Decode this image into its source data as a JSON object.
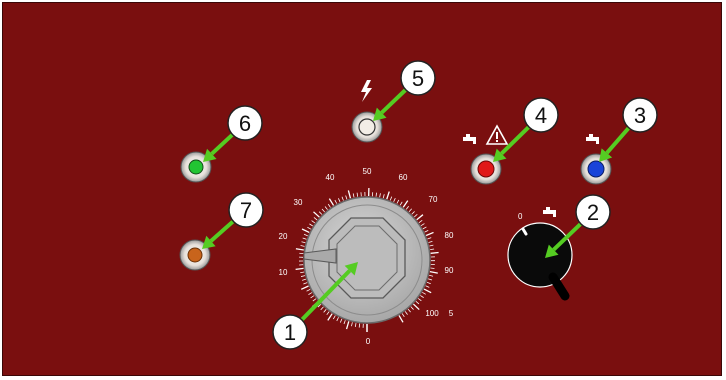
{
  "panel": {
    "background": "#7a0f0f",
    "border": "#3b0707"
  },
  "callouts": [
    "1",
    "2",
    "3",
    "4",
    "5",
    "6",
    "7"
  ],
  "callout_colors": {
    "arrow": "#55cc22",
    "circle_fill": "#ffffff",
    "circle_stroke": "#222222"
  },
  "lamps": {
    "power": {
      "callout": "5",
      "color": "#f2ede6",
      "symbol": "lightning-bolt"
    },
    "left_top": {
      "callout": "6",
      "color": "#22c433"
    },
    "left_bottom": {
      "callout": "7",
      "color": "#c8641c"
    },
    "warning": {
      "callout": "4",
      "color": "#e01818",
      "symbols": [
        "tap",
        "warning-triangle"
      ]
    },
    "tap": {
      "callout": "3",
      "color": "#1a44d8",
      "symbol": "tap"
    }
  },
  "main_dial": {
    "callout": "1",
    "labels": [
      "0",
      "10",
      "20",
      "30",
      "40",
      "50",
      "60",
      "70",
      "80",
      "90",
      "100",
      "5"
    ],
    "face_color": "#c2c2c2"
  },
  "tap_knob": {
    "callout": "2",
    "zero_label": "0",
    "symbol": "tap",
    "color": "#0a0a0a"
  }
}
